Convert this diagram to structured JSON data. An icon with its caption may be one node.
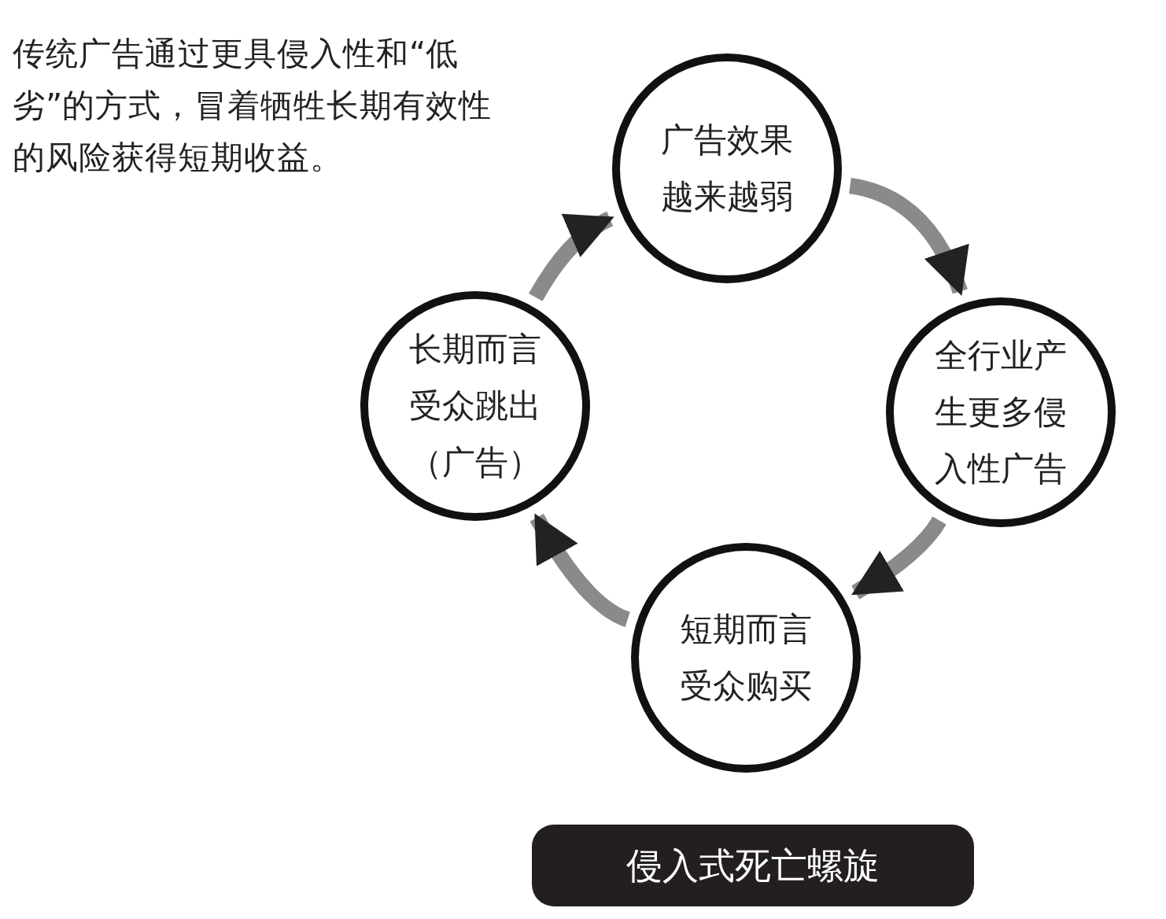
{
  "diagram": {
    "title": "侵入式死亡螺旋",
    "nodes": [
      {
        "text": [
          "广告效果越来越弱"
        ]
      },
      {
        "text": [
          "全行业产生更多侵入性广告"
        ]
      },
      {
        "text": [
          "短期而言受众购买"
        ]
      },
      {
        "text": [
          "长期而言受众跳出（广告）"
        ]
      }
    ],
    "edges": [
      {
        "from": 0,
        "to": 1,
        "arrow": "to"
      },
      {
        "from": 1,
        "to": 2,
        "arrow": "to"
      },
      {
        "from": 2,
        "to": 3,
        "arrow": "to"
      },
      {
        "from": 3,
        "to": 0,
        "arrow": "to"
      }
    ],
    "labels": [
      "传统广告通过更具侵入性和“低劣”的方式，冒着牺牲长期有效性的风险获得短期收益。"
    ]
  }
}
